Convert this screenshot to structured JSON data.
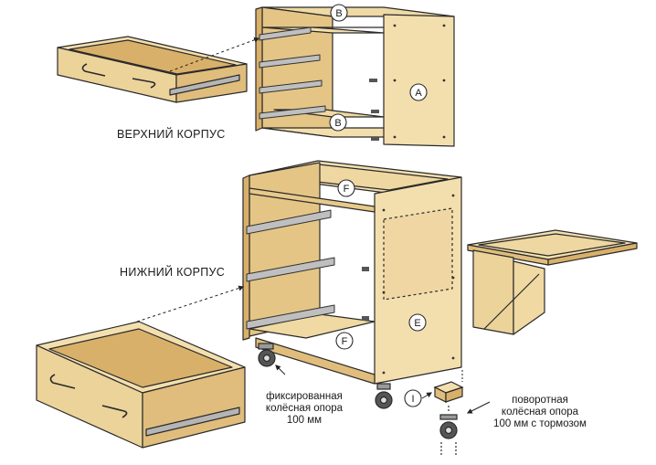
{
  "labels": {
    "upper_case": "ВЕРХНИЙ КОРПУС",
    "lower_case": "НИЖНИЙ КОРПУС",
    "fixed_caster": [
      "фиксированная",
      "колёсная опора",
      "100 мм"
    ],
    "swivel_caster": [
      "поворотная",
      "колёсная опора",
      "100 мм с тормозом"
    ]
  },
  "part_markers": {
    "a": "A",
    "b": "B",
    "e": "E",
    "f": "F",
    "i": "I"
  },
  "colors": {
    "wood_light": "#f3dfae",
    "wood_mid": "#e8c98a",
    "wood_dark": "#d9b06a",
    "edge": "#b98f4a",
    "line": "#2a2a2a",
    "rail": "#3a3a3a"
  }
}
